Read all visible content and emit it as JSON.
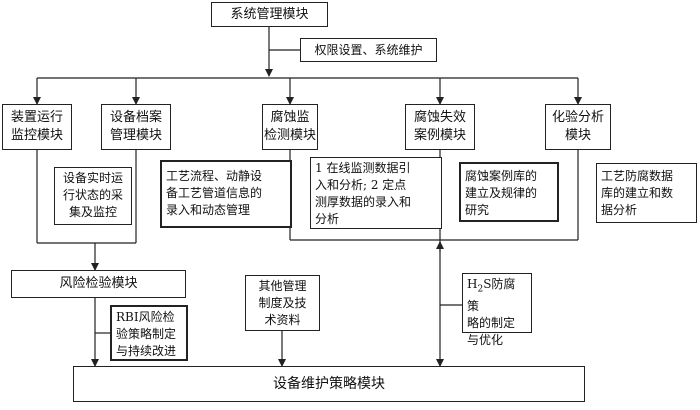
{
  "modules": {
    "system": "系统管理模块",
    "permission_note": "权限设置、系统维护",
    "device_monitor": "装置运行\n监控模块",
    "equipment_archive": "设备档案\n管理模块",
    "corrosion_monitor": "腐蚀监\n检测模块",
    "failure_case": "腐蚀失效\n案例模块",
    "chemical_analysis": "化验分析\n模块",
    "risk_inspection": "风险检验模块",
    "other_docs": "其他管理\n制度及技\n术资料",
    "h2s_strategy_pre": "H",
    "h2s_strategy_sub": "2",
    "h2s_strategy_post": "S防腐策\n略的制定\n与优化",
    "maintenance": "设备维护策略模块"
  },
  "notes": {
    "realtime": "设备实时运\n行状态的采\n集及监控",
    "process_flow": "工艺流程、动静设\n备工艺管道信息的\n录入和动态管理",
    "online_monitoring": "1 在线监测数据引\n入和分析; 2 定点\n测厚数据的录入和\n分析",
    "case_library": "腐蚀案例库的\n建立及规律的\n研究",
    "process_anticorrosion": "工艺防腐数据\n库的建立和数\n据分析",
    "rbi": "RBI风险检\n验策略制定\n与持续改进"
  }
}
